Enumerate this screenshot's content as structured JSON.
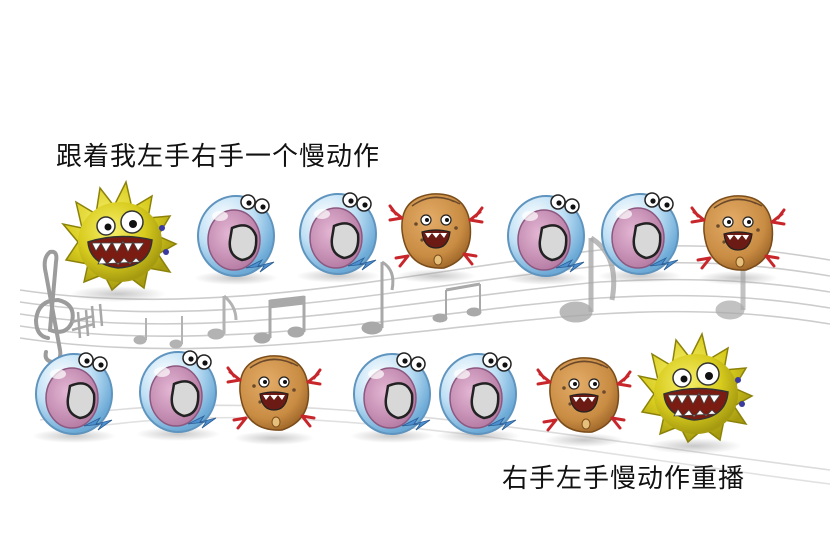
{
  "caption": {
    "line1": "跟着我左手右手一个慢动作",
    "line2": "右手左手慢动作重播"
  },
  "characters": {
    "row1": [
      "yellow-germ",
      "blue-cell",
      "blue-cell",
      "orange-cell",
      "blue-cell",
      "blue-cell",
      "orange-cell"
    ],
    "row2": [
      "blue-cell",
      "blue-cell",
      "orange-cell",
      "blue-cell",
      "blue-cell",
      "orange-cell",
      "yellow-germ"
    ]
  },
  "colors": {
    "germ_yellow": "#d8cc1e",
    "cell_blue": "#9fc8e8",
    "cell_pink": "#c98fb4",
    "cell_orange": "#c98c43",
    "receptor_red": "#c8262a",
    "staff_gray": "#b9b9b9"
  },
  "icons": [
    "treble-clef-icon",
    "sharp-icon",
    "eighth-note-icon",
    "beamed-notes-icon"
  ]
}
